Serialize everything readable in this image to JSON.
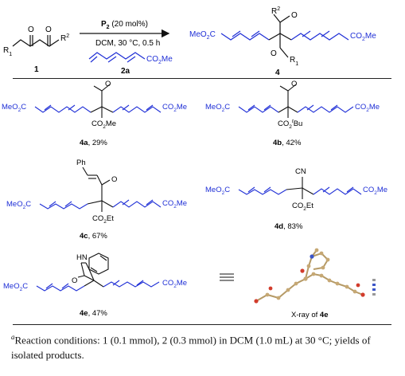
{
  "scheme": {
    "reagent": "P",
    "reagent_sub": "2",
    "reagent_loading": " (20 mol%)",
    "conditions": "DCM, 30 °C, 0.5 h",
    "reactant1": "1",
    "reactant2": "2a",
    "product": "4",
    "r_group_1": "R",
    "r_group_1_sup": "1",
    "r_group_2": "R",
    "r_group_2_sup": "2",
    "ester_label": "MeO",
    "ester_label_sub": "2",
    "ester_label_tail": "C",
    "ester_right": "CO",
    "ester_right_sub": "2",
    "ester_right_tail": "Me"
  },
  "compounds": [
    {
      "id": "4a",
      "yield": "29%",
      "sub_top": "",
      "sub_bottom": "CO",
      "sub_bottom_sub": "2",
      "sub_bottom_tail": "Me"
    },
    {
      "id": "4b",
      "yield": "42%",
      "sub_top": "",
      "sub_bottom": "CO",
      "sub_bottom_sub": "2",
      "sub_bottom_tail": "Bu",
      "sub_bottom_sup": "t"
    },
    {
      "id": "4c",
      "yield": "67%",
      "sub_top": "Ph",
      "sub_bottom": "CO",
      "sub_bottom_sub": "2",
      "sub_bottom_tail": "Et"
    },
    {
      "id": "4d",
      "yield": "83%",
      "sub_top": "CN",
      "sub_bottom": "CO",
      "sub_bottom_sub": "2",
      "sub_bottom_tail": "Et"
    },
    {
      "id": "4e",
      "yield": "47%",
      "sub_top": "HN",
      "sub_bottom": "O"
    }
  ],
  "xray": {
    "label_prefix": "X-ray of ",
    "label_compound": "4e"
  },
  "footnote": {
    "marker": "a",
    "text": "Reaction conditions: 1 (0.1 mmol), 2 (0.3 mmol) in DCM (1.0 mL) at 30 °C; yields of isolated products."
  },
  "colors": {
    "blue": "#1f2fd6",
    "black": "#111111"
  }
}
